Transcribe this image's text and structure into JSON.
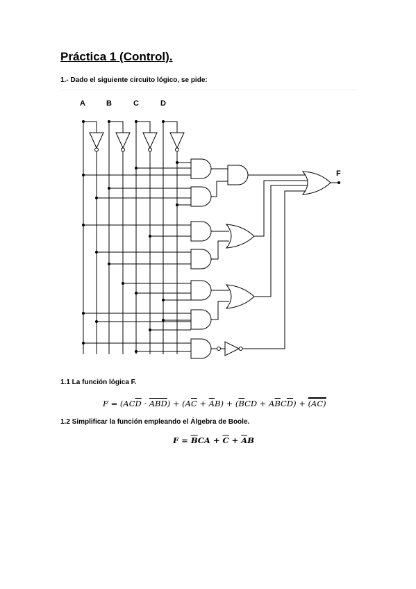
{
  "title": "Práctica 1 (Control).",
  "question1": "1.- Dado el siguiente circuito lógico, se pide:",
  "circuit": {
    "inputs": [
      "A",
      "B",
      "C",
      "D"
    ],
    "output": "F"
  },
  "q1_1": "1.1 La función lógica F.",
  "q1_2": "1.2 Simplificar la función empleando el Álgebra de Boole."
}
